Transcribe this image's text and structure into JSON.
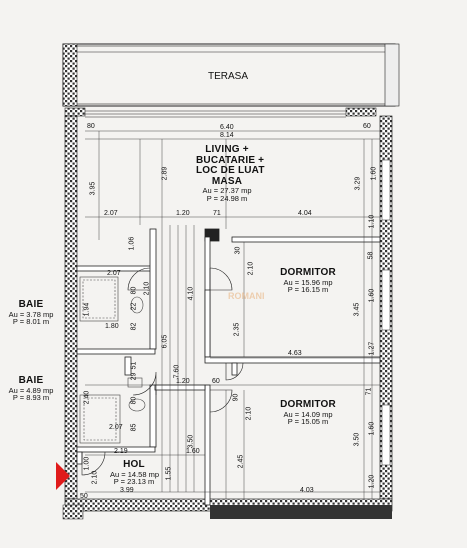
{
  "rooms": {
    "terasa": {
      "name": "TERASA"
    },
    "living": {
      "name_line1": "LIVING +",
      "name_line2": "BUCATARIE +",
      "name_line3": "LOC DE LUAT",
      "name_line4": "MASA",
      "au": "Au = 27.37 mp",
      "p": "P = 24.98 m"
    },
    "dormitor1": {
      "name": "DORMITOR",
      "au": "Au = 15.96 mp",
      "p": "P = 16.15 m"
    },
    "dormitor2": {
      "name": "DORMITOR",
      "au": "Au = 14.09 mp",
      "p": "P = 15.05 m"
    },
    "baie1": {
      "name": "BAIE",
      "au": "Au = 3.78 mp",
      "p": "P = 8.01 m"
    },
    "baie2": {
      "name": "BAIE",
      "au": "Au = 4.89 mp",
      "p": "P = 8.93 m"
    },
    "hol": {
      "name": "HOL",
      "au": "Au = 14.58 mp",
      "p": "P = 23.13 m"
    }
  },
  "dims": {
    "d80": "80",
    "d640": "6.40",
    "d60": "60",
    "d814": "8.14",
    "d395": "3.95",
    "d289": "2.89",
    "d207a": "2.07",
    "d120a": "1.20",
    "d71": "71",
    "d404": "4.04",
    "d329": "3.29",
    "d160a": "1.60",
    "d110": "1.10",
    "d106": "1.06",
    "d30a": "30",
    "d210a": "2.10",
    "d58": "58",
    "d207b": "2.07",
    "d80b": "80",
    "d210b": "2.10",
    "d194": "1.94",
    "d22": "22",
    "d180": "1.80",
    "d82": "82",
    "d605": "6.05",
    "d410": "4.10",
    "d235": "2.35",
    "d345": "3.45",
    "d160b": "1.60",
    "d127": "1.27",
    "d463": "4.63",
    "d51": "51",
    "d29": "29",
    "d760": "7.60",
    "d120b": "1.20",
    "d60b": "60",
    "d240": "2.40",
    "d80c": "80",
    "d90": "90",
    "d210c": "2.10",
    "d71b": "71",
    "d207c": "2.07",
    "d85": "85",
    "d350a": "3.50",
    "d350b": "3.50",
    "d160c": "1.60",
    "d219": "2.19",
    "d160d": "1.60",
    "d245": "2.45",
    "d100": "1.00",
    "d210d": "2.10",
    "d155": "1.55",
    "d120c": "1.20",
    "d50": "50",
    "d399": "3.99",
    "d403": "4.03"
  },
  "watermark": "ROMANI"
}
